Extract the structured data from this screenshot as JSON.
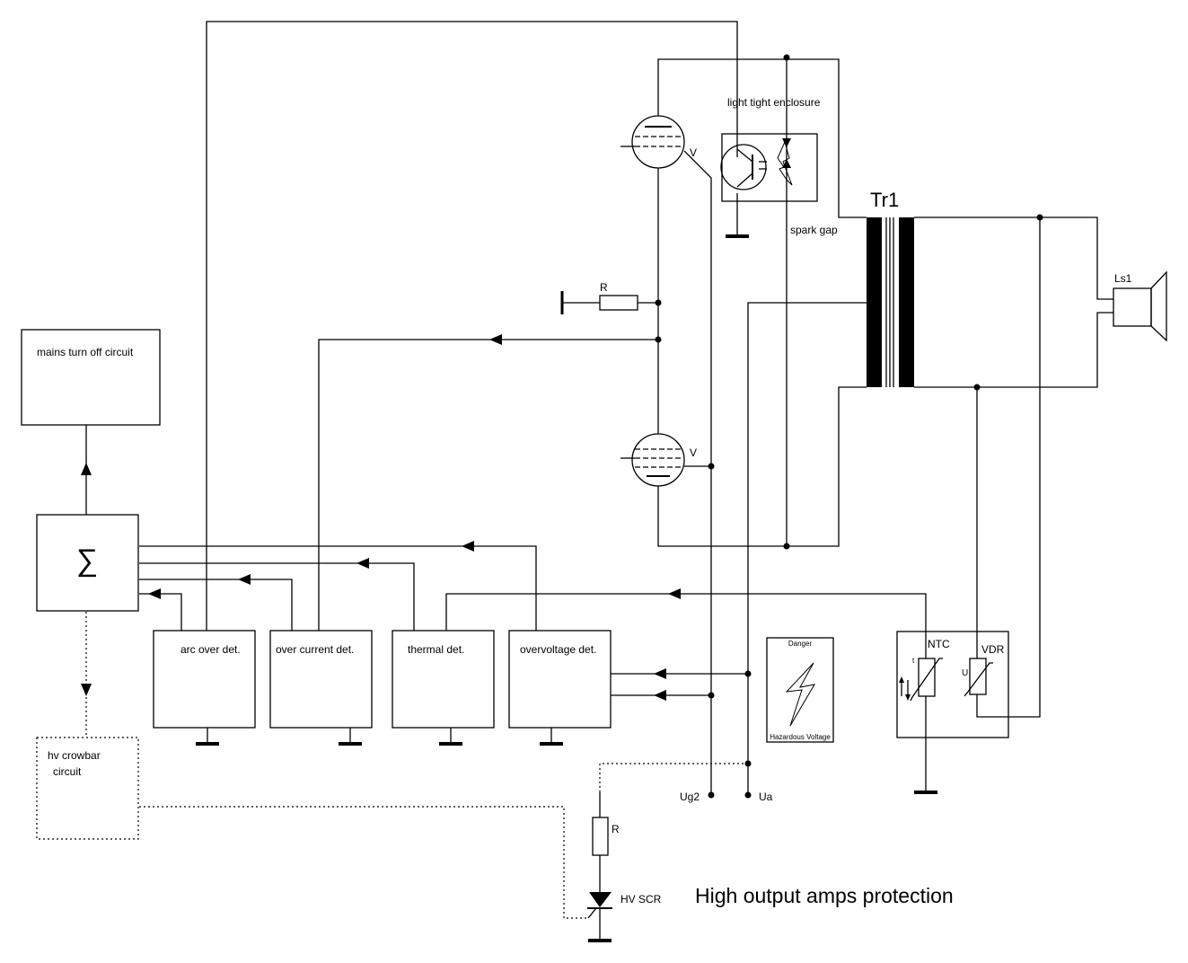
{
  "diagram": {
    "title": "High output amps protection",
    "blocks": {
      "mains": "mains turn off circuit",
      "sum": "∑",
      "arc": "arc over det.",
      "overcurrent": "over current det.",
      "thermal": "thermal det.",
      "overvoltage": "overvoltage det.",
      "crowbar_line1": "hv crowbar",
      "crowbar_line2": "circuit",
      "enclosure": "light tight enclosure",
      "spark_gap": "spark gap"
    },
    "components": {
      "tube_upper": "V",
      "tube_lower": "V",
      "resistor_upper": "R",
      "resistor_lower": "R",
      "transformer": "Tr1",
      "speaker": "Ls1",
      "ntc": "NTC",
      "vdr": "VDR",
      "vdr_u": "U",
      "scr": "HV SCR",
      "ug2": "Ug2",
      "ua": "Ua"
    },
    "warning_sign": {
      "top": "Danger",
      "bottom": "Hazardous Voltage"
    }
  }
}
